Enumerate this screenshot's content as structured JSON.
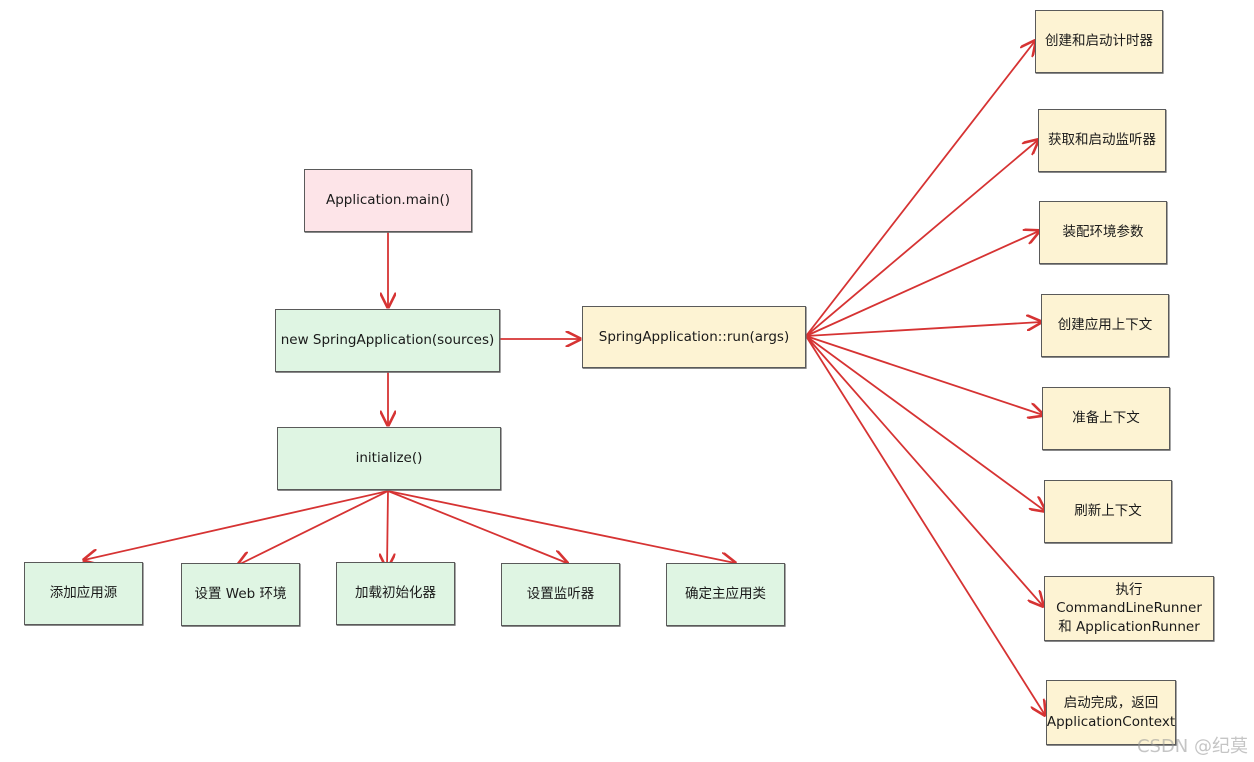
{
  "nodes": {
    "main": "Application.main()",
    "new_app": "new SpringApplication(sources)",
    "run": "SpringApplication::run(args)",
    "initialize": "initialize()",
    "init_steps": [
      "添加应用源",
      "设置 Web 环境",
      "加载初始化器",
      "设置监听器",
      "确定主应用类"
    ],
    "run_steps": [
      "创建和启动计时器",
      "获取和启动监听器",
      "装配环境参数",
      "创建应用上下文",
      "准备上下文",
      "刷新上下文",
      "执行 CommandLineRunner\n和 ApplicationRunner",
      "启动完成，返回\nApplicationContext"
    ]
  },
  "watermark": "CSDN @纪莫",
  "colors": {
    "arrow": "#d63333",
    "pink_fill": "#fde4e8",
    "green_fill": "#dff5e3",
    "yellow_fill": "#fdf3d3",
    "border": "#5a5a5a"
  }
}
